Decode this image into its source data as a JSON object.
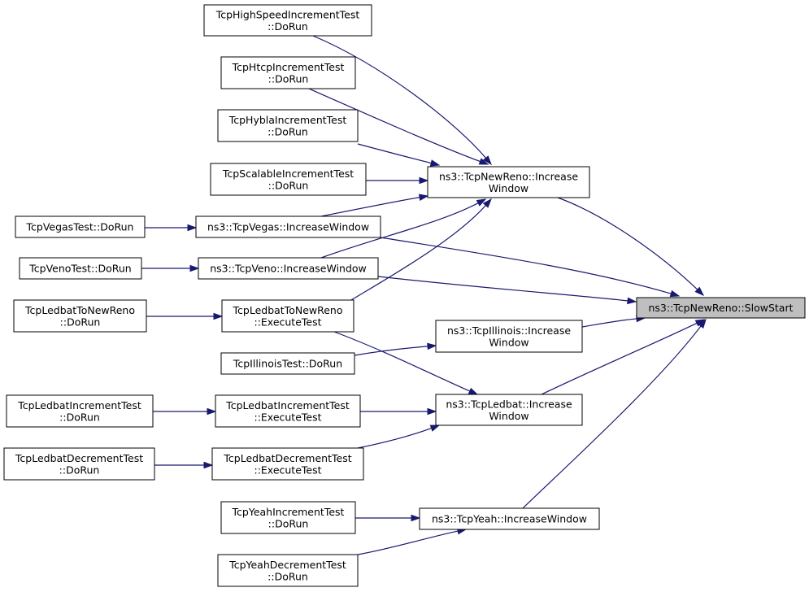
{
  "nodes": {
    "slowstart": {
      "lines": [
        "ns3::TcpNewReno::SlowStart"
      ]
    },
    "newreno_inc": {
      "lines": [
        "ns3::TcpNewReno::Increase",
        "Window"
      ]
    },
    "illinois_inc": {
      "lines": [
        "ns3::TcpIllinois::Increase",
        "Window"
      ]
    },
    "ledbat_inc": {
      "lines": [
        "ns3::TcpLedbat::Increase",
        "Window"
      ]
    },
    "yeah_inc": {
      "lines": [
        "ns3::TcpYeah::IncreaseWindow"
      ]
    },
    "vegas_inc": {
      "lines": [
        "ns3::TcpVegas::IncreaseWindow"
      ]
    },
    "veno_inc": {
      "lines": [
        "ns3::TcpVeno::IncreaseWindow"
      ]
    },
    "ledbat_newreno_ex": {
      "lines": [
        "TcpLedbatToNewReno",
        "::ExecuteTest"
      ]
    },
    "ledbat_inc_ex": {
      "lines": [
        "TcpLedbatIncrementTest",
        "::ExecuteTest"
      ]
    },
    "ledbat_dec_ex": {
      "lines": [
        "TcpLedbatDecrementTest",
        "::ExecuteTest"
      ]
    },
    "highspeed_run": {
      "lines": [
        "TcpHighSpeedIncrementTest",
        "::DoRun"
      ]
    },
    "htcp_run": {
      "lines": [
        "TcpHtcpIncrementTest",
        "::DoRun"
      ]
    },
    "hybla_run": {
      "lines": [
        "TcpHyblaIncrementTest",
        "::DoRun"
      ]
    },
    "scalable_run": {
      "lines": [
        "TcpScalableIncrementTest",
        "::DoRun"
      ]
    },
    "vegas_run": {
      "lines": [
        "TcpVegasTest::DoRun"
      ]
    },
    "veno_run": {
      "lines": [
        "TcpVenoTest::DoRun"
      ]
    },
    "ledbat_newreno_run": {
      "lines": [
        "TcpLedbatToNewReno",
        "::DoRun"
      ]
    },
    "illinois_run": {
      "lines": [
        "TcpIllinoisTest::DoRun"
      ]
    },
    "ledbat_inc_run": {
      "lines": [
        "TcpLedbatIncrementTest",
        "::DoRun"
      ]
    },
    "ledbat_dec_run": {
      "lines": [
        "TcpLedbatDecrementTest",
        "::DoRun"
      ]
    },
    "yeah_inc_run": {
      "lines": [
        "TcpYeahIncrementTest",
        "::DoRun"
      ]
    },
    "yeah_dec_run": {
      "lines": [
        "TcpYeahDecrementTest",
        "::DoRun"
      ]
    }
  },
  "edges": [
    [
      "newreno_inc",
      "slowstart"
    ],
    [
      "vegas_inc",
      "slowstart"
    ],
    [
      "veno_inc",
      "slowstart"
    ],
    [
      "illinois_inc",
      "slowstart"
    ],
    [
      "ledbat_inc",
      "slowstart"
    ],
    [
      "yeah_inc",
      "slowstart"
    ],
    [
      "highspeed_run",
      "newreno_inc"
    ],
    [
      "htcp_run",
      "newreno_inc"
    ],
    [
      "hybla_run",
      "newreno_inc"
    ],
    [
      "scalable_run",
      "newreno_inc"
    ],
    [
      "vegas_inc",
      "newreno_inc"
    ],
    [
      "veno_inc",
      "newreno_inc"
    ],
    [
      "ledbat_newreno_ex",
      "newreno_inc"
    ],
    [
      "vegas_run",
      "vegas_inc"
    ],
    [
      "veno_run",
      "veno_inc"
    ],
    [
      "ledbat_newreno_run",
      "ledbat_newreno_ex"
    ],
    [
      "ledbat_newreno_ex",
      "ledbat_inc"
    ],
    [
      "illinois_run",
      "illinois_inc"
    ],
    [
      "ledbat_inc_ex",
      "ledbat_inc"
    ],
    [
      "ledbat_dec_ex",
      "ledbat_inc"
    ],
    [
      "ledbat_inc_run",
      "ledbat_inc_ex"
    ],
    [
      "ledbat_dec_run",
      "ledbat_dec_ex"
    ],
    [
      "yeah_inc_run",
      "yeah_inc"
    ],
    [
      "yeah_dec_run",
      "yeah_inc"
    ]
  ]
}
